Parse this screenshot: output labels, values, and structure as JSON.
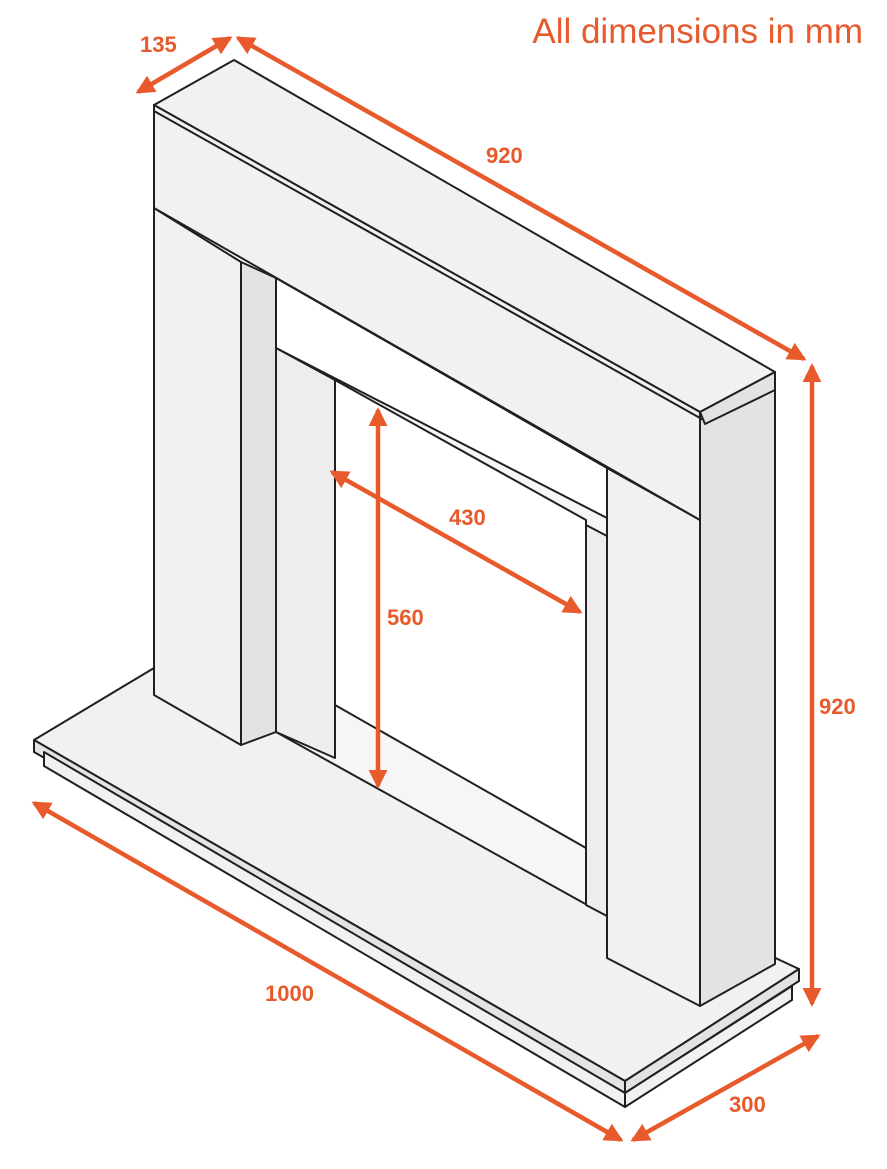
{
  "heading": "All dimensions in mm",
  "dimensions": {
    "depth_top": "135",
    "width_top": "920",
    "height_total": "920",
    "opening_width": "430",
    "opening_height": "560",
    "hearth_width": "1000",
    "hearth_depth": "300"
  },
  "colors": {
    "accent": "#E8592B",
    "outline": "#231F20",
    "face": "#F1F1F2",
    "face_dark": "#E3E3E5"
  }
}
